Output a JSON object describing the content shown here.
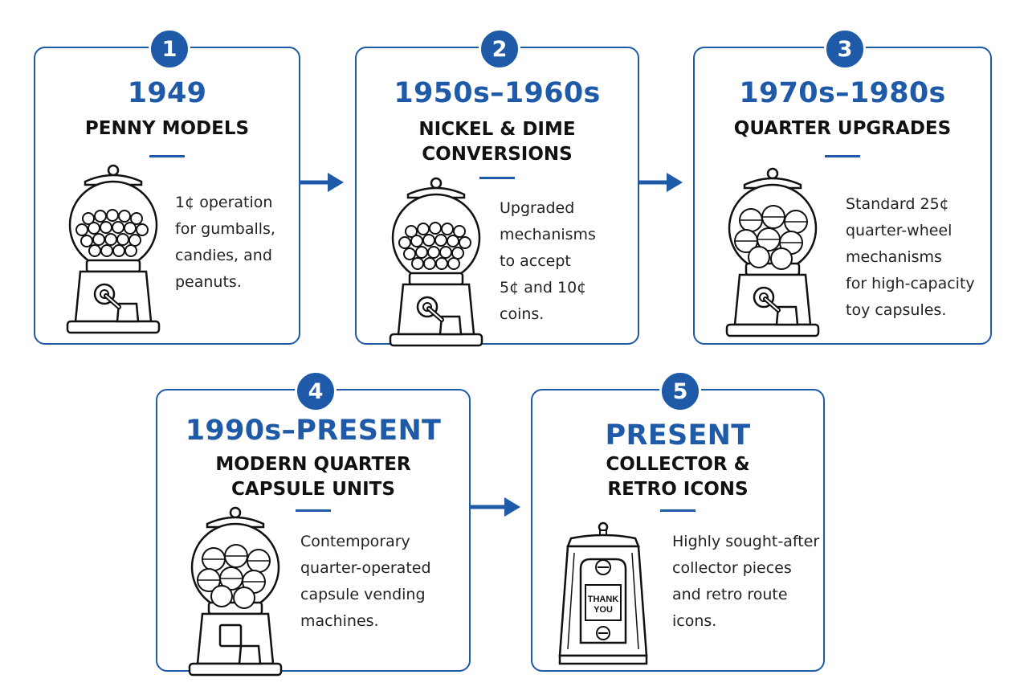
{
  "accent_color": "#1e5aa8",
  "steps": [
    {
      "number": "1",
      "era": "1949",
      "title": "PENNY MODELS",
      "description": "1¢ operation\nfor gumballs,\ncandies, and\npeanuts.",
      "icon": "gumball-machine-icon"
    },
    {
      "number": "2",
      "era": "1950s–1960s",
      "title": "NICKEL & DIME\nCONVERSIONS",
      "description": "Upgraded\nmechanisms\nto accept\n5¢ and 10¢\ncoins.",
      "icon": "gumball-machine-icon"
    },
    {
      "number": "3",
      "era": "1970s–1980s",
      "title": "QUARTER UPGRADES",
      "description": "Standard 25¢\nquarter-wheel\nmechanisms\nfor high-capacity\ntoy capsules.",
      "icon": "capsule-machine-icon"
    },
    {
      "number": "4",
      "era": "1990s–PRESENT",
      "title": "MODERN QUARTER\nCAPSULE UNITS",
      "description": "Contemporary\nquarter-operated\ncapsule vending\nmachines.",
      "icon": "capsule-machine-icon"
    },
    {
      "number": "5",
      "era": "PRESENT",
      "title": "COLLECTOR &\nRETRO ICONS",
      "description": "Highly sought-after\ncollector pieces\nand retro route\nicons.",
      "icon": "retro-vending-machine-icon",
      "machine_sign": "THANK\nYOU"
    }
  ]
}
